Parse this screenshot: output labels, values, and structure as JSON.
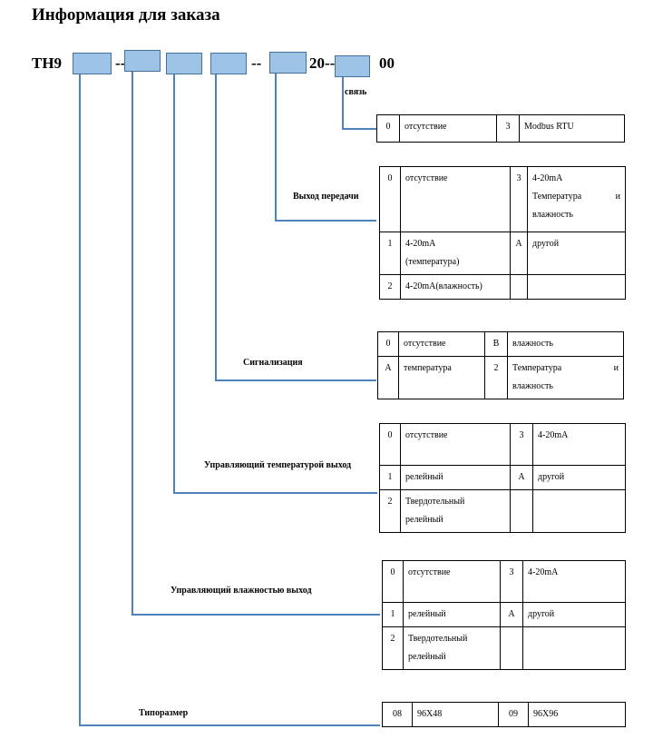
{
  "title": "Информация для заказа",
  "code": {
    "prefix": "TH9",
    "sep1": "--",
    "sep2": "--",
    "mid": "20--",
    "end": "00"
  },
  "sections": {
    "comm": {
      "label": "связь",
      "rows": [
        [
          "0",
          "отсутствие",
          "3",
          "Modbus RTU"
        ]
      ]
    },
    "transmit": {
      "label": "Выход передачи",
      "rows": [
        [
          "0",
          "отсутствие",
          "3",
          "4-20mA"
        ],
        [
          "",
          "",
          "",
          "Температура"
        ],
        [
          "",
          "",
          "",
          "и"
        ],
        [
          "",
          "",
          "",
          "влажность"
        ],
        [
          "1",
          "4-20mA",
          "A",
          "другой"
        ],
        [
          "",
          "(температура)",
          "",
          ""
        ],
        [
          "2",
          "4-20mA(влажность)",
          "",
          ""
        ]
      ]
    },
    "alarm": {
      "label": "Сигнализация",
      "rows": [
        [
          "0",
          "отсутствие",
          "B",
          "влажность"
        ],
        [
          "A",
          "температура",
          "2",
          "Температура"
        ],
        [
          "",
          "",
          "",
          "и"
        ],
        [
          "",
          "",
          "",
          "влажность"
        ]
      ]
    },
    "temp_out": {
      "label": "Управляющий температурой выход",
      "rows": [
        [
          "0",
          "отсутствие",
          "3",
          "4-20mA"
        ],
        [
          "1",
          "релейный",
          "A",
          "другой"
        ],
        [
          "2",
          "Твердотельный",
          "",
          ""
        ],
        [
          "",
          "релейный",
          "",
          ""
        ]
      ]
    },
    "hum_out": {
      "label": "Управляющий влажностью выход",
      "rows": [
        [
          "0",
          "отсутствие",
          "3",
          "4-20mA"
        ],
        [
          "1",
          "релейный",
          "A",
          "другой"
        ],
        [
          "2",
          "Твердотельный",
          "",
          ""
        ],
        [
          "",
          "релейный",
          "",
          ""
        ]
      ]
    },
    "size": {
      "label": "Типоразмер",
      "rows": [
        [
          "08",
          "96X48",
          "09",
          "96X96"
        ]
      ]
    }
  }
}
